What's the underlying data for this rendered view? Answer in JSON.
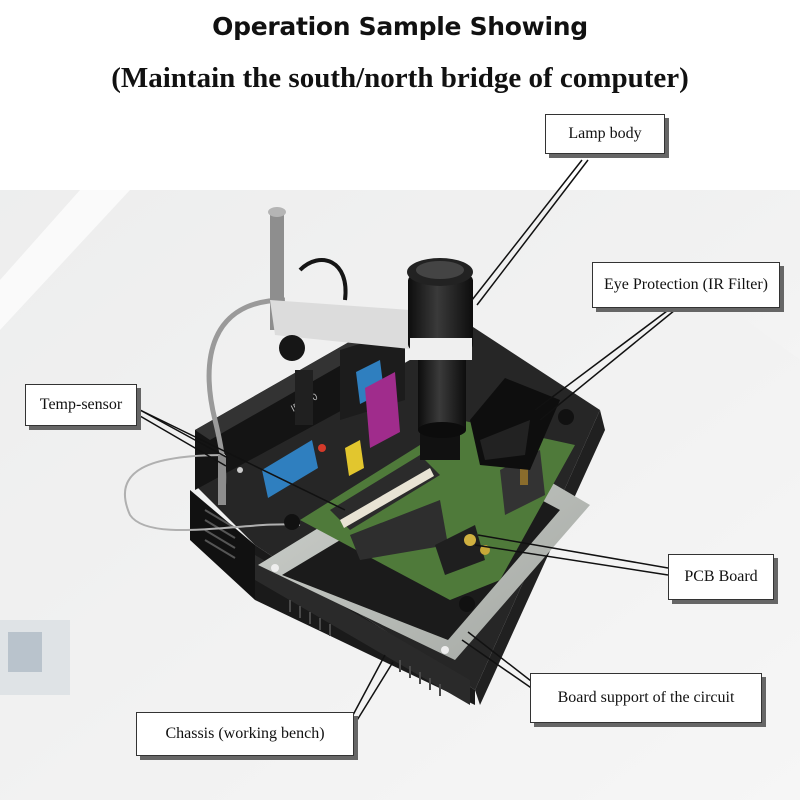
{
  "header": {
    "title": "Operation Sample Showing",
    "subtitle": "(Maintain the south/north bridge of computer)"
  },
  "callouts": {
    "lamp_body": "Lamp body",
    "eye_protection": "Eye Protection (IR Filter)",
    "temp_sensor": "Temp-sensor",
    "pcb_board": "PCB Board",
    "board_support": "Board support of the circuit",
    "chassis": "Chassis (working bench)"
  },
  "device": {
    "panel_model": "IR-830"
  },
  "colors": {
    "chassis": "#1c1c1c",
    "pcb": "#4f7a3a",
    "panel_accent": "#2f7fbf",
    "plate": "#b9bdb7"
  }
}
